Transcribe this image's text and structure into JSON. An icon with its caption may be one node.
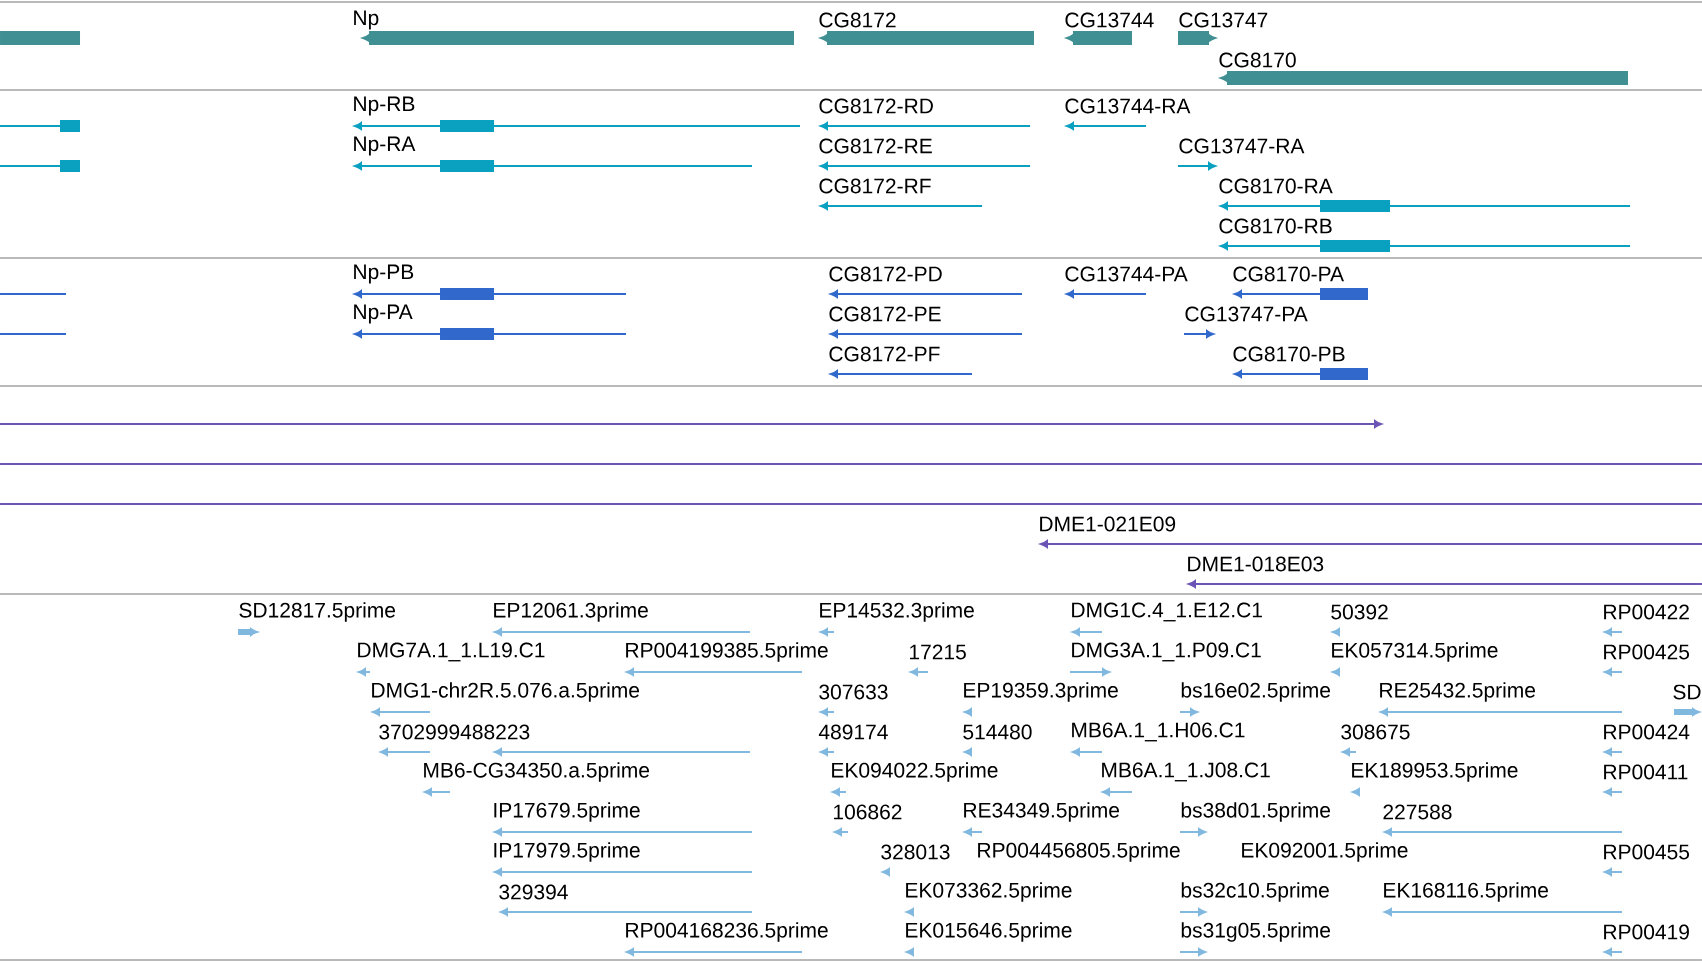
{
  "diagram": {
    "labels": [
      "Np",
      "CG8172",
      "CG13744",
      "CG13747",
      "CG8170",
      "Np-RB",
      "CG8172-RD",
      "CG13744-RA",
      "Np-RA",
      "CG8172-RE",
      "CG13747-RA",
      "CG8172-RF",
      "CG8170-RA",
      "CG8170-RB",
      "Np-PB",
      "CG8172-PD",
      "CG13744-PA",
      "CG8170-PA",
      "Np-PA",
      "CG8172-PE",
      "CG13747-PA",
      "CG8172-PF",
      "CG8170-PB",
      "DME1-021E09",
      "DME1-018E03",
      "SD12817.5prime",
      "EP12061.3prime",
      "EP14532.3prime",
      "DMG1C.4_1.E12.C1",
      "50392",
      "RP00422",
      "DMG7A.1_1.L19.C1",
      "RP004199385.5prime",
      "17215",
      "DMG3A.1_1.P09.C1",
      "EK057314.5prime",
      "RP00425",
      "DMG1-chr2R.5.076.a.5prime",
      "307633",
      "EP19359.3prime",
      "bs16e02.5prime",
      "RE25432.5prime",
      "SD",
      "3702999488223",
      "489174",
      "514480",
      "MB6A.1_1.H06.C1",
      "308675",
      "RP00424",
      "MB6-CG34350.a.5prime",
      "EK094022.5prime",
      "MB6A.1_1.J08.C1",
      "EK189953.5prime",
      "RP00411",
      "IP17679.5prime",
      "106862",
      "RE34349.5prime",
      "bs38d01.5prime",
      "227588",
      "IP17979.5prime",
      "328013",
      "RP004456805.5prime",
      "EK092001.5prime",
      "RP00455",
      "329394",
      "EK073362.5prime",
      "bs32c10.5prime",
      "EK168116.5prime",
      "RP004168236.5prime",
      "EK015646.5prime",
      "bs31g05.5prime",
      "RP00419"
    ]
  }
}
